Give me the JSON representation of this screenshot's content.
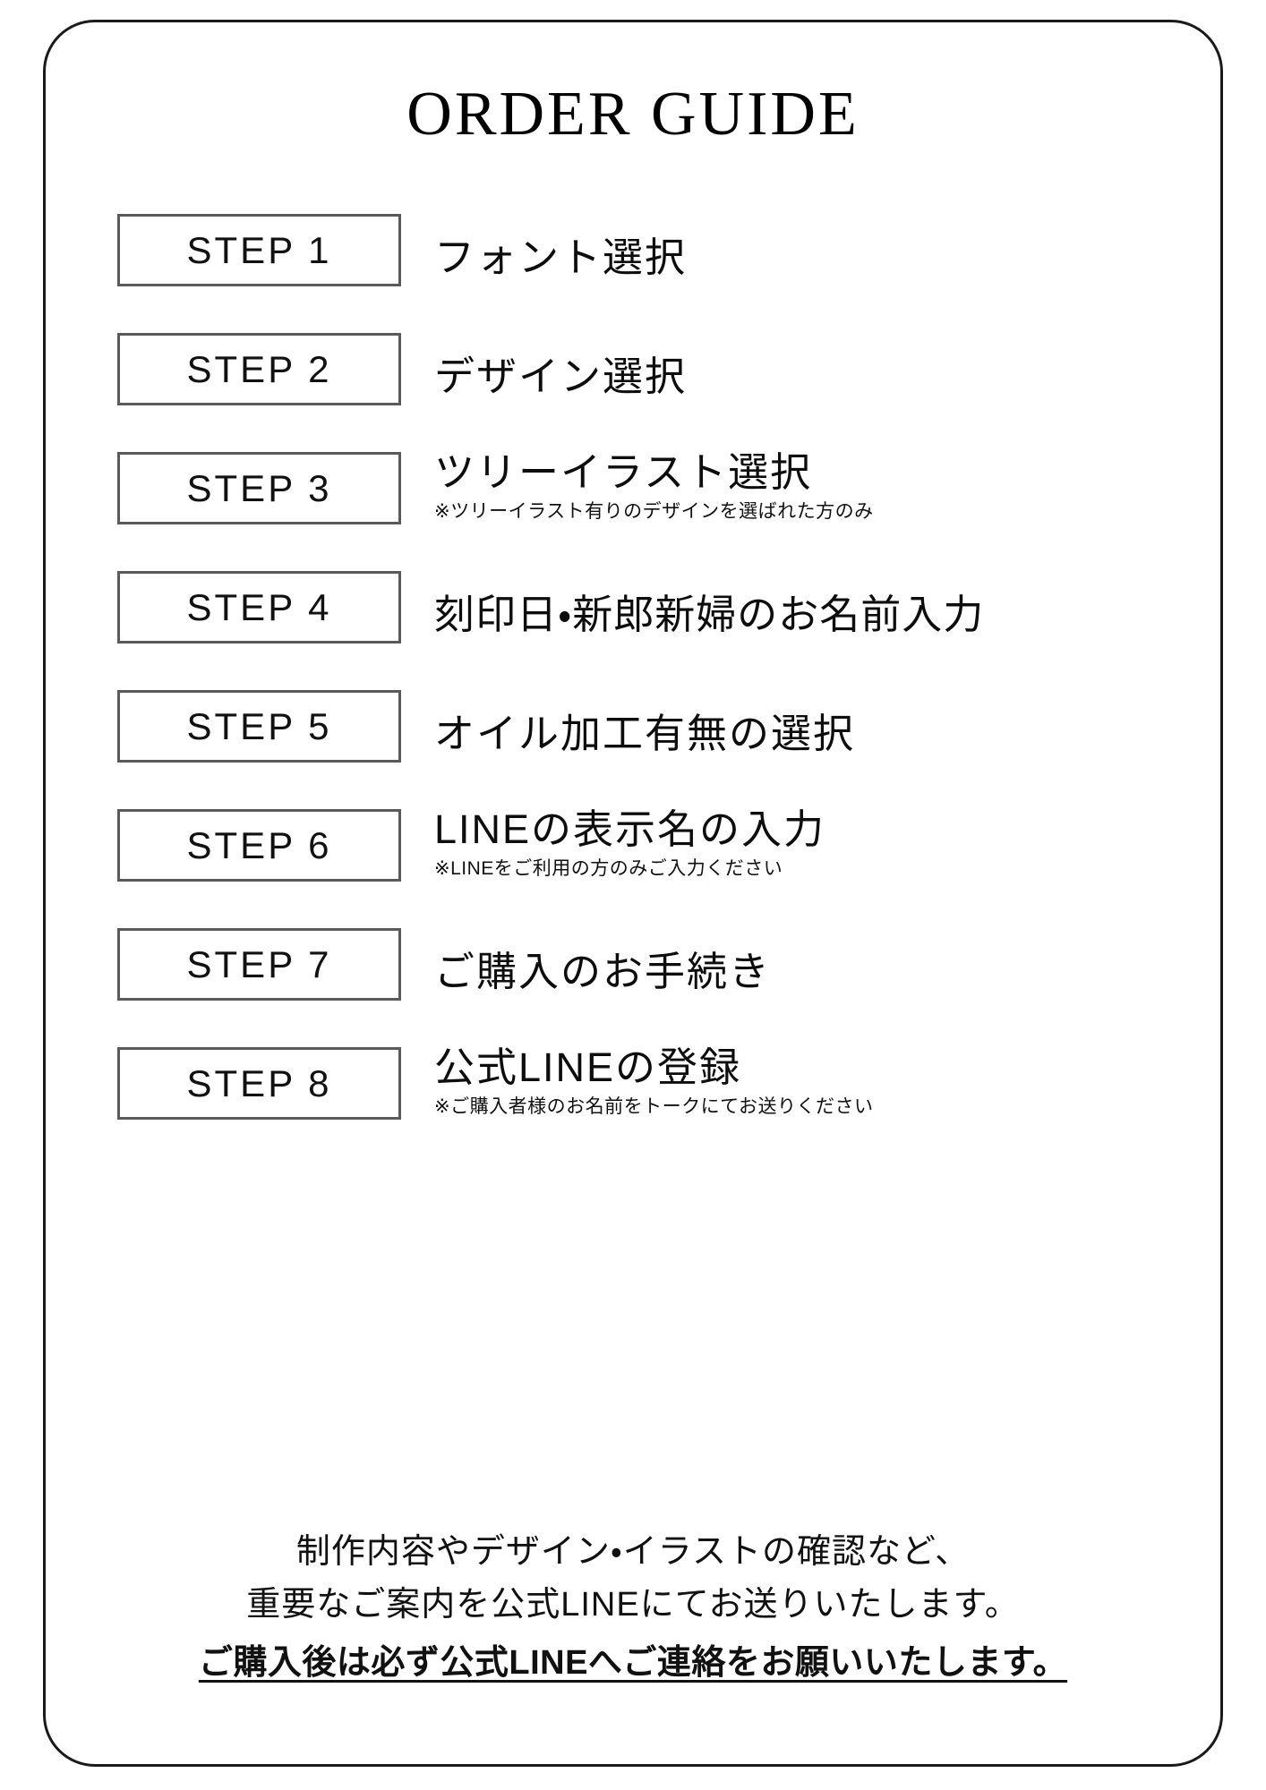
{
  "card": {
    "title": "ORDER GUIDE",
    "border_color": "#1a1a1a",
    "box_border_color": "#5a5a5a",
    "text_color": "#000000"
  },
  "steps": [
    {
      "badge": "STEP 1",
      "title": "フォント選択",
      "note": ""
    },
    {
      "badge": "STEP 2",
      "title": "デザイン選択",
      "note": ""
    },
    {
      "badge": "STEP 3",
      "title": "ツリーイラスト選択",
      "note": "※ツリーイラスト有りのデザインを選ばれた方のみ"
    },
    {
      "badge": "STEP 4",
      "title": "刻印日・新郎新婦のお名前入力",
      "note": ""
    },
    {
      "badge": "STEP 5",
      "title": "オイル加工有無の選択",
      "note": ""
    },
    {
      "badge": "STEP 6",
      "title": "LINEの表示名の入力",
      "note": "※LINEをご利用の方のみご入力ください"
    },
    {
      "badge": "STEP 7",
      "title": "ご購入のお手続き",
      "note": ""
    },
    {
      "badge": "STEP 8",
      "title": "公式LINEの登録",
      "note": "※ご購入者様のお名前をトークにてお送りください"
    }
  ],
  "footer": {
    "line1": "制作内容やデザイン・イラストの確認など、",
    "line2": "重要なご案内を公式LINEにてお送りいたします。",
    "line3": "ご購入後は必ず公式LINEへご連絡をお願いいたします。"
  }
}
